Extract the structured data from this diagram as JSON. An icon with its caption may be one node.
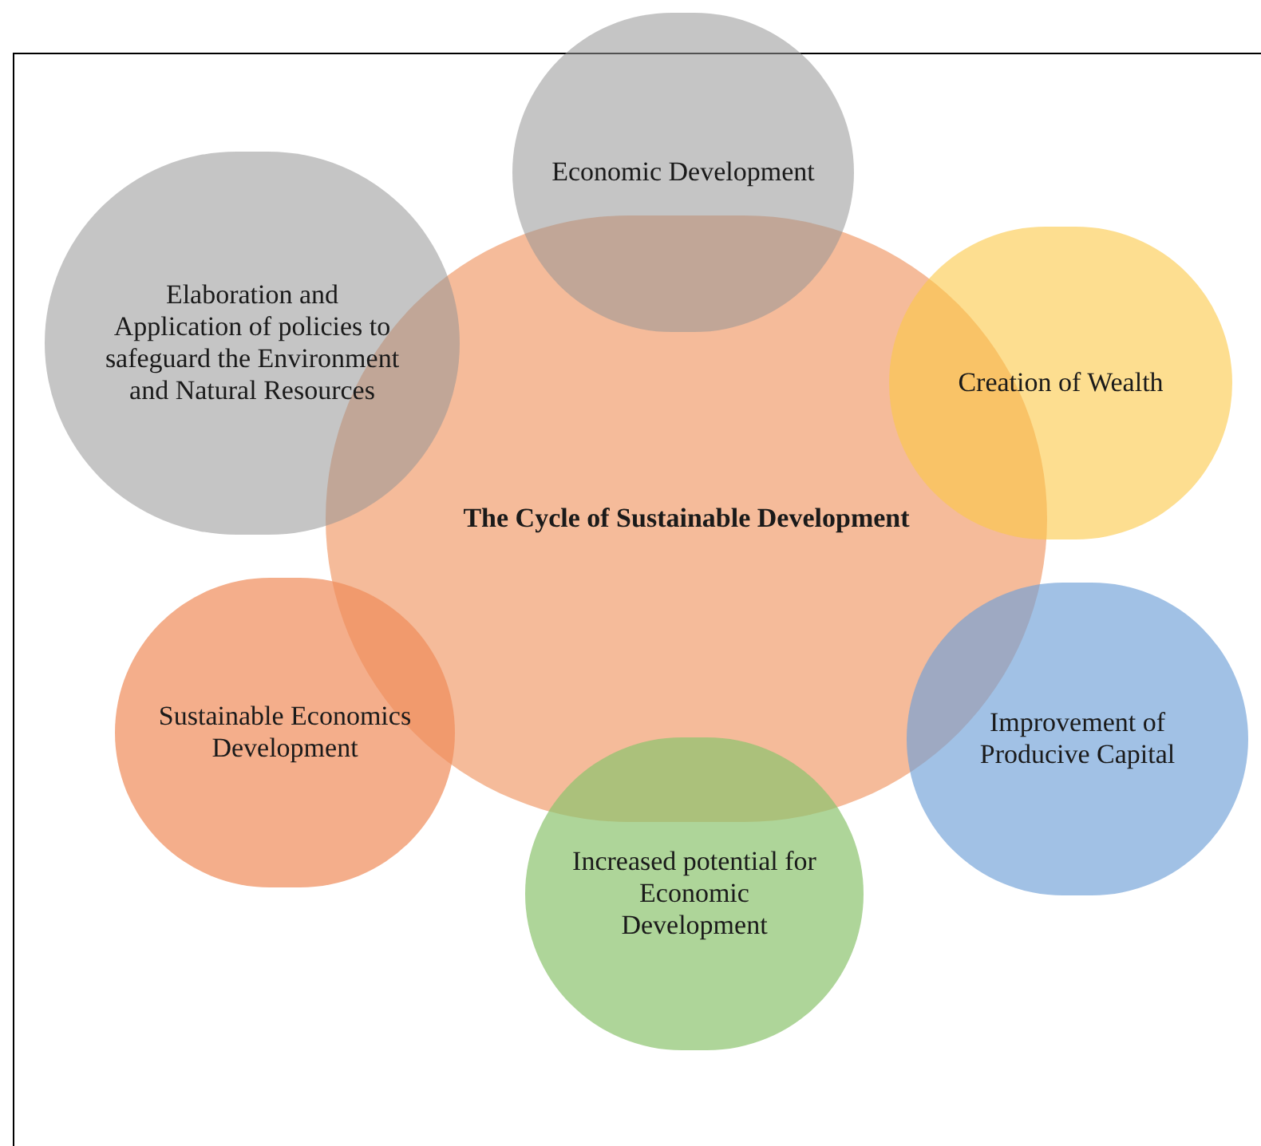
{
  "diagram": {
    "nodes": [
      {
        "text": [
          "The Cycle of Sustainable Development"
        ]
      },
      {
        "text": [
          "Economic Development"
        ]
      },
      {
        "text": [
          "Creation of Wealth"
        ]
      },
      {
        "text": [
          "Improvement of Producive Capital"
        ]
      },
      {
        "text": [
          "Increased potential for Economic Development"
        ]
      },
      {
        "text": [
          "Sustainable Economics Development"
        ]
      },
      {
        "text": [
          "Elaboration and Application of policies to safeguard the Environment and Natural Resources"
        ]
      }
    ]
  }
}
